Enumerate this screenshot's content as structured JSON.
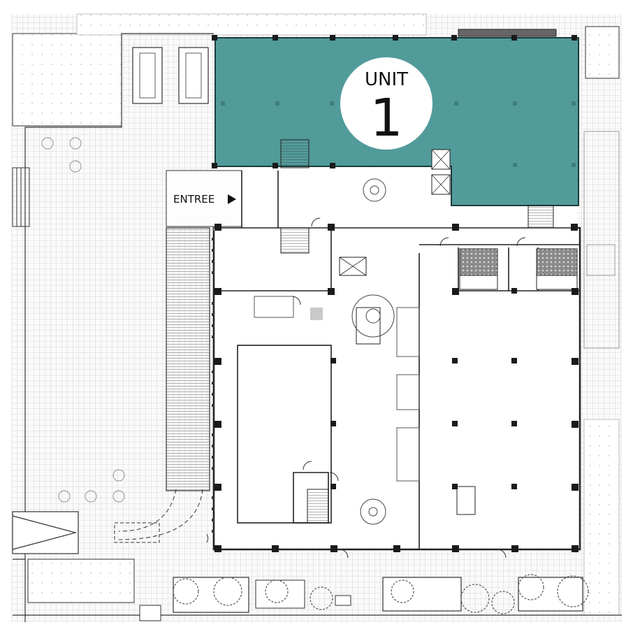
{
  "unit": {
    "label": "UNIT",
    "number": "1"
  },
  "entrance": {
    "label": "ENTREE"
  },
  "colors": {
    "unit_fill": "#529b9b",
    "unit_stroke": "#1a3c3c",
    "line": "#222222",
    "grid": "#cfcfcf",
    "pavement": "#f4f4f4",
    "column": "#1a1a1a",
    "restroom": "#777777"
  }
}
